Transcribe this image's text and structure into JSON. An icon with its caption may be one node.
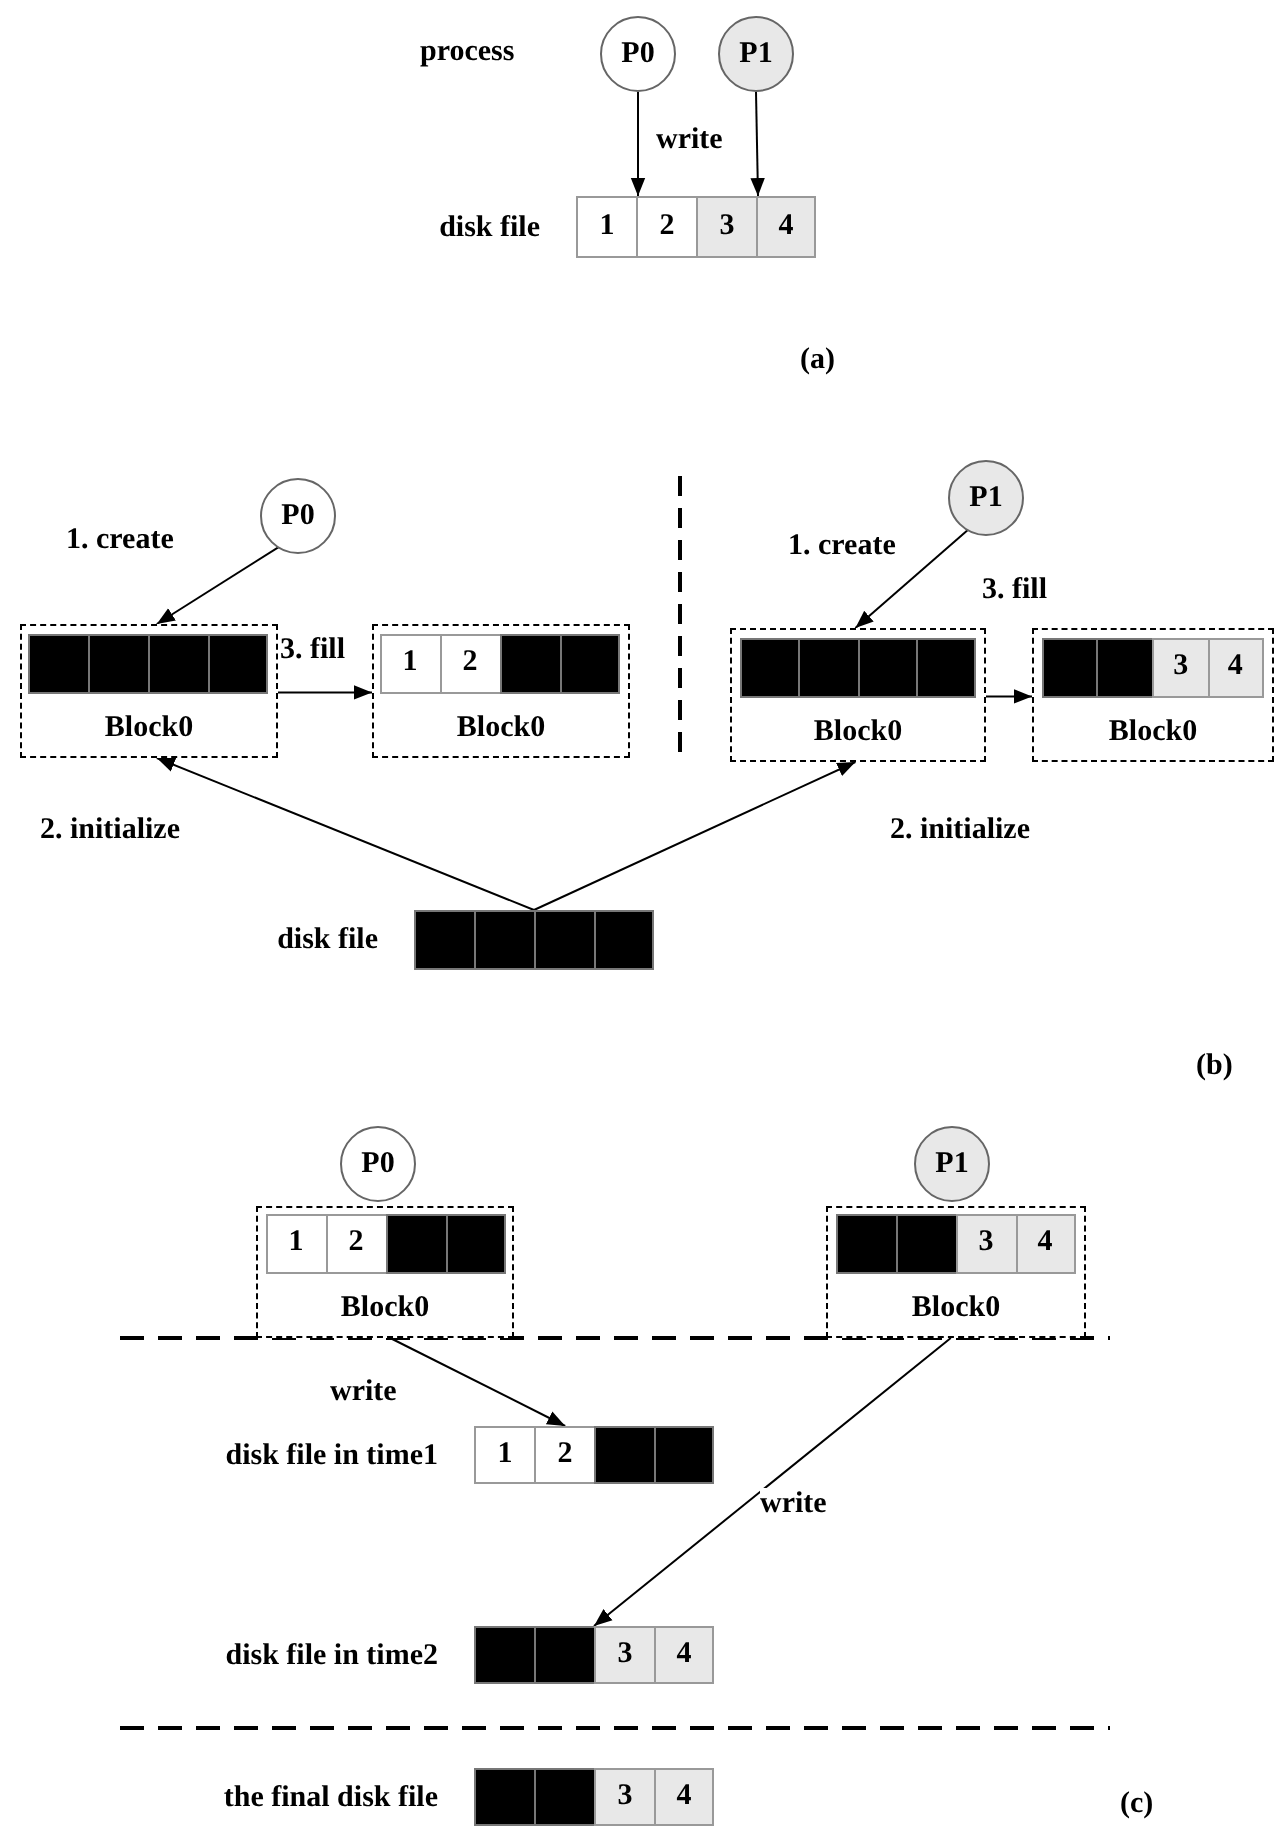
{
  "diagram": {
    "nodes": [
      {
        "text": [
          "P0"
        ]
      },
      {
        "text": [
          "P1"
        ]
      },
      {
        "text": [],
        "shape": "bar",
        "beside": [
          "disk file"
        ]
      },
      {
        "text": [
          "1"
        ],
        "in": 2
      },
      {
        "text": [
          "2"
        ],
        "in": 2
      },
      {
        "text": [
          "3"
        ],
        "in": 2
      },
      {
        "text": [
          "4"
        ],
        "in": 2
      },
      {
        "text": [
          "P0"
        ]
      },
      {
        "text": [
          "Block0"
        ]
      },
      {
        "text": [],
        "shape": "box",
        "in": 8
      },
      {
        "text": [],
        "shape": "box",
        "in": 8
      },
      {
        "text": [],
        "shape": "box",
        "in": 8
      },
      {
        "text": [],
        "shape": "box",
        "in": 8
      },
      {
        "text": [
          "Block0"
        ]
      },
      {
        "text": [
          "1"
        ],
        "in": 13
      },
      {
        "text": [
          "2"
        ],
        "in": 13
      },
      {
        "text": [],
        "shape": "box",
        "in": 13
      },
      {
        "text": [],
        "shape": "box",
        "in": 13
      },
      {
        "text": [
          "P1"
        ]
      },
      {
        "text": [
          "Block0"
        ]
      },
      {
        "text": [],
        "shape": "box",
        "in": 19
      },
      {
        "text": [],
        "shape": "box",
        "in": 19
      },
      {
        "text": [],
        "shape": "box",
        "in": 19
      },
      {
        "text": [],
        "shape": "box",
        "in": 19
      },
      {
        "text": [
          "Block0"
        ]
      },
      {
        "text": [],
        "shape": "box",
        "in": 24
      },
      {
        "text": [],
        "shape": "box",
        "in": 24
      },
      {
        "text": [
          "3"
        ],
        "in": 24
      },
      {
        "text": [
          "4"
        ],
        "in": 24
      },
      {
        "text": [],
        "shape": "bar",
        "beside": [
          "disk file"
        ]
      },
      {
        "text": [],
        "shape": "box",
        "in": 29
      },
      {
        "text": [],
        "shape": "box",
        "in": 29
      },
      {
        "text": [],
        "shape": "box",
        "in": 29
      },
      {
        "text": [],
        "shape": "box",
        "in": 29
      },
      {
        "text": [
          "P0"
        ]
      },
      {
        "text": [
          "Block0"
        ]
      },
      {
        "text": [
          "1"
        ],
        "in": 35
      },
      {
        "text": [
          "2"
        ],
        "in": 35
      },
      {
        "text": [],
        "shape": "box",
        "in": 35
      },
      {
        "text": [],
        "shape": "box",
        "in": 35
      },
      {
        "text": [
          "P1"
        ]
      },
      {
        "text": [
          "Block0"
        ]
      },
      {
        "text": [],
        "shape": "box",
        "in": 41
      },
      {
        "text": [],
        "shape": "box",
        "in": 41
      },
      {
        "text": [
          "3"
        ],
        "in": 41
      },
      {
        "text": [
          "4"
        ],
        "in": 41
      },
      {
        "text": [],
        "shape": "bar",
        "beside": [
          "disk file in time1"
        ]
      },
      {
        "text": [
          "1"
        ],
        "in": 46
      },
      {
        "text": [
          "2"
        ],
        "in": 46
      },
      {
        "text": [],
        "shape": "box",
        "in": 46
      },
      {
        "text": [],
        "shape": "box",
        "in": 46
      },
      {
        "text": [],
        "shape": "bar",
        "beside": [
          "disk file in time2"
        ]
      },
      {
        "text": [],
        "shape": "box",
        "in": 51
      },
      {
        "text": [],
        "shape": "box",
        "in": 51
      },
      {
        "text": [
          "3"
        ],
        "in": 51
      },
      {
        "text": [
          "4"
        ],
        "in": 51
      },
      {
        "text": [],
        "shape": "bar",
        "beside": [
          "the final disk file"
        ]
      },
      {
        "text": [],
        "shape": "box",
        "in": 56
      },
      {
        "text": [],
        "shape": "box",
        "in": 56
      },
      {
        "text": [
          "3"
        ],
        "in": 56
      },
      {
        "text": [
          "4"
        ],
        "in": 56
      }
    ],
    "edges": [
      {
        "from": 0,
        "to": 3,
        "arrow": "to",
        "label": "write"
      },
      {
        "from": 1,
        "to": 5,
        "arrow": "to"
      },
      {
        "from": 7,
        "to": 8,
        "arrow": "to",
        "label": "1. create"
      },
      {
        "from": 8,
        "to": 13,
        "arrow": "to",
        "label": "3. fill"
      },
      {
        "from": 29,
        "to": 8,
        "arrow": "to",
        "label": "2. initialize"
      },
      {
        "from": 18,
        "to": 19,
        "arrow": "to",
        "label": "1. create"
      },
      {
        "from": 19,
        "to": 24,
        "arrow": "to",
        "label": "3. fill"
      },
      {
        "from": 29,
        "to": 19,
        "arrow": "to",
        "label": "2. initialize"
      },
      {
        "from": 35,
        "to": 46,
        "arrow": "to",
        "label": "write"
      },
      {
        "from": 41,
        "to": 51,
        "arrow": "to",
        "label": "write"
      }
    ],
    "labels": [
      "process",
      "(a)",
      "(b)",
      "(c)"
    ]
  }
}
